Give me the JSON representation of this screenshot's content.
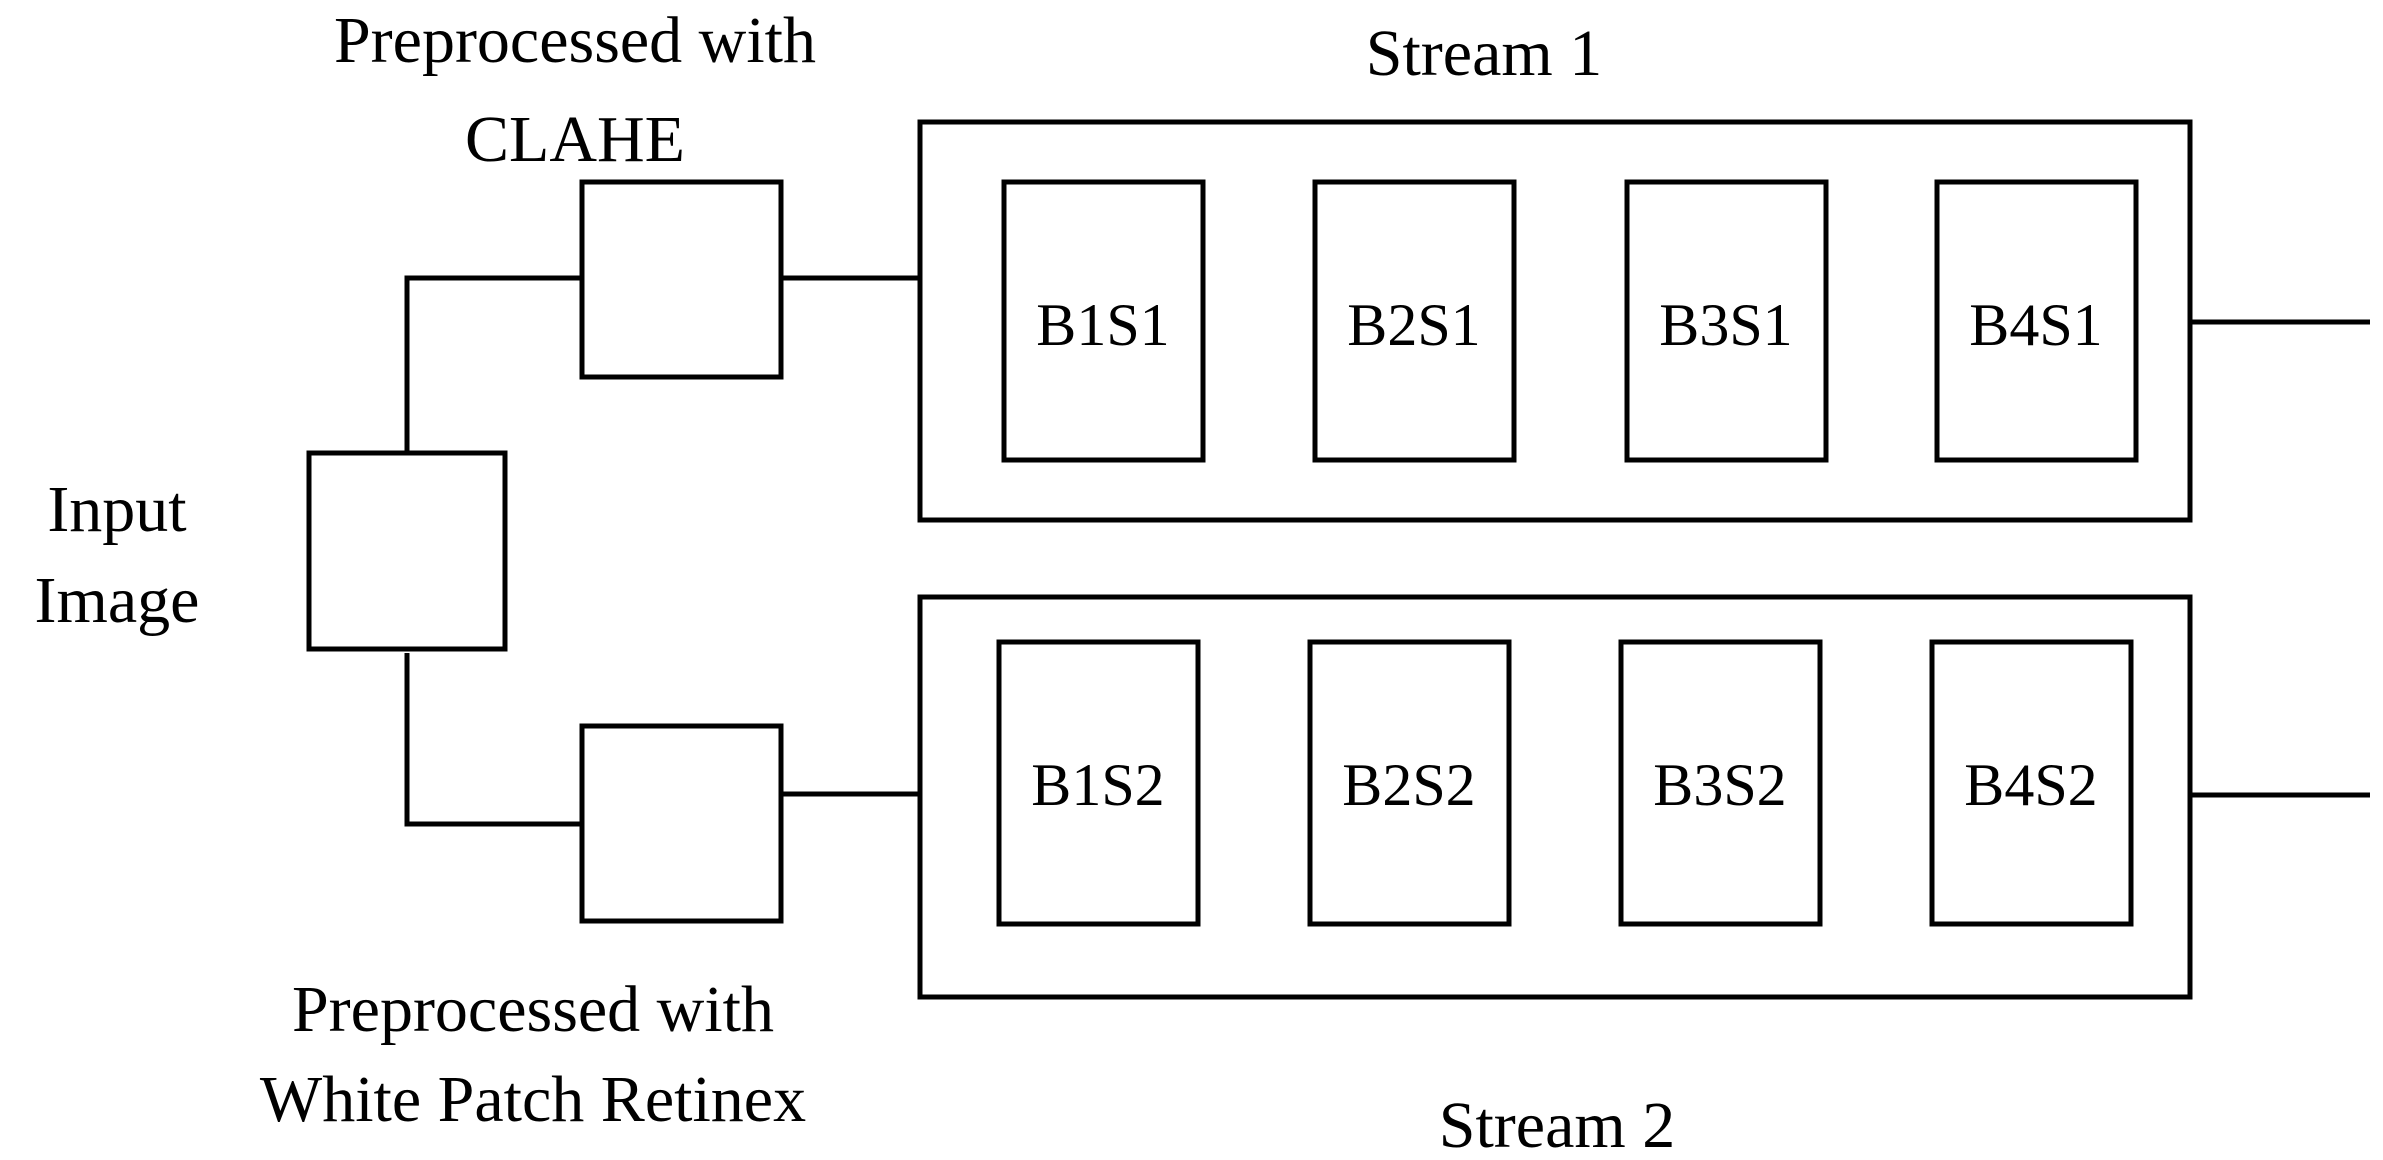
{
  "labels": {
    "input_line1": "Input",
    "input_line2": "Image",
    "clahe_line1": "Preprocessed with",
    "clahe_line2": "CLAHE",
    "wpr_line1": "Preprocessed with",
    "wpr_line2": "White Patch Retinex",
    "stream1": "Stream 1",
    "stream2": "Stream 2"
  },
  "stream1_blocks": [
    "B1S1",
    "B2S1",
    "B3S1",
    "B4S1"
  ],
  "stream2_blocks": [
    "B1S2",
    "B2S2",
    "B3S2",
    "B4S2"
  ],
  "colors": {
    "stroke": "#000000",
    "background": "#ffffff"
  }
}
